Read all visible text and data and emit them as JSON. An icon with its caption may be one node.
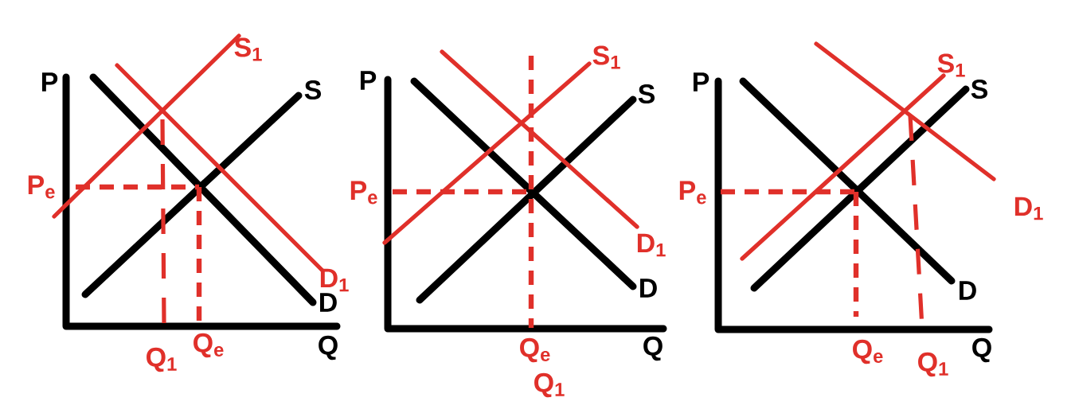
{
  "diagram": {
    "labels": [
      "S$_{1}$",
      "P",
      "S",
      "P$_{e}$",
      "D$_{1}$",
      "D",
      "Q$_{1}$",
      "Q$_{e}$",
      "Q",
      "S$_{1}$",
      "P",
      "S",
      "P$_{e}$",
      "D$_{1}$",
      "D",
      "Q$_{1}$",
      "Q$_{e}$",
      "Q",
      "S$_{1}$",
      "P",
      "S",
      "P$_{e}$",
      "D$_{1}$",
      "D",
      "Q$_{1}$",
      "Q$_{e}$",
      "Q"
    ]
  }
}
